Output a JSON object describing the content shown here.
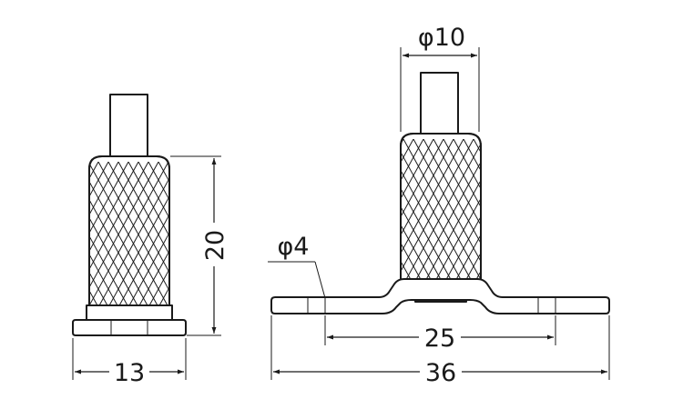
{
  "dimensions": {
    "side_height": "20",
    "side_width": "13",
    "hole_diameter": "φ4",
    "top_diameter": "φ10",
    "hole_spacing": "25",
    "total_length": "36"
  },
  "colors": {
    "line": "#1a1a1a",
    "background": "#ffffff"
  }
}
